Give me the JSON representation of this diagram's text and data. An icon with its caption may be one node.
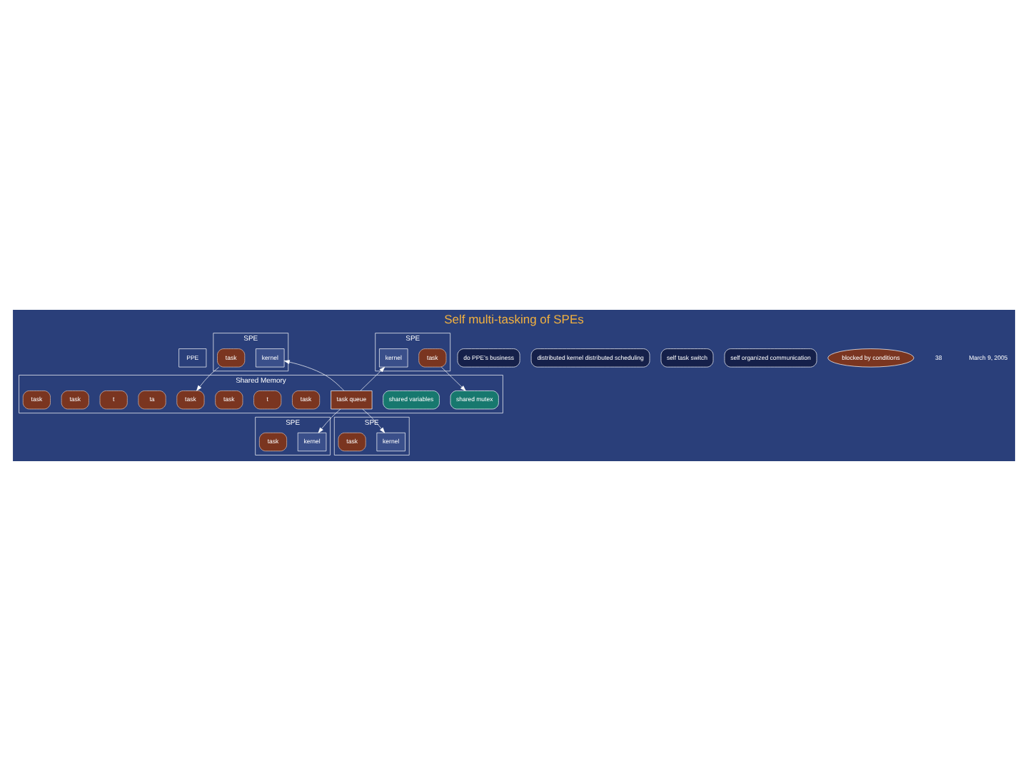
{
  "diagram": {
    "title": "Self multi-tasking of SPEs",
    "nodes": [
      {
        "text": [
          "PPE"
        ]
      },
      {
        "text": [
          "SPE"
        ]
      },
      {
        "text": [
          "kernel"
        ],
        "in": 1
      },
      {
        "text": [
          "task"
        ],
        "in": 1
      },
      {
        "text": [
          "SPE"
        ]
      },
      {
        "text": [
          "kernel"
        ],
        "in": 4
      },
      {
        "text": [
          "task"
        ],
        "in": 4
      },
      {
        "text": [
          "SPE"
        ]
      },
      {
        "text": [
          "kernel"
        ],
        "in": 7
      },
      {
        "text": [
          "task"
        ],
        "in": 7
      },
      {
        "text": [
          "SPE"
        ]
      },
      {
        "text": [
          "kernel"
        ],
        "in": 10
      },
      {
        "text": [
          "task"
        ],
        "in": 10
      },
      {
        "text": [
          "do PPE’s business"
        ]
      },
      {
        "text": [
          "distributed kernel distributed scheduling"
        ]
      },
      {
        "text": [
          "Shared Memory"
        ]
      },
      {
        "text": [
          "shared mutex"
        ],
        "in": 15
      },
      {
        "text": [
          "shared variables"
        ],
        "in": 15
      },
      {
        "text": [
          "task queue"
        ],
        "in": 15
      },
      {
        "text": [
          "self task switch"
        ]
      },
      {
        "text": [
          "self organized communication"
        ]
      },
      {
        "text": [
          "blocked by conditions"
        ]
      },
      {
        "text": [
          "task"
        ],
        "in": 15
      },
      {
        "text": [
          "t"
        ],
        "in": 15
      },
      {
        "text": [
          "task"
        ],
        "in": 15
      },
      {
        "text": [
          "task"
        ],
        "in": 15
      },
      {
        "text": [
          "ta"
        ],
        "in": 15
      },
      {
        "text": [
          "t"
        ],
        "in": 15
      },
      {
        "text": [
          "task"
        ],
        "in": 15
      },
      {
        "text": [
          "task"
        ],
        "in": 15
      }
    ],
    "edges": [
      {
        "from": 18,
        "to": 2,
        "arrow": "to"
      },
      {
        "from": 18,
        "to": 5,
        "arrow": "to"
      },
      {
        "from": 18,
        "to": 8,
        "arrow": "to"
      },
      {
        "from": 18,
        "to": 11,
        "arrow": "to"
      },
      {
        "from": 3,
        "to": 25,
        "arrow": "to"
      },
      {
        "from": 12,
        "to": 16,
        "arrow": "to"
      }
    ],
    "labels": [
      "38",
      "March 9, 2005"
    ]
  }
}
